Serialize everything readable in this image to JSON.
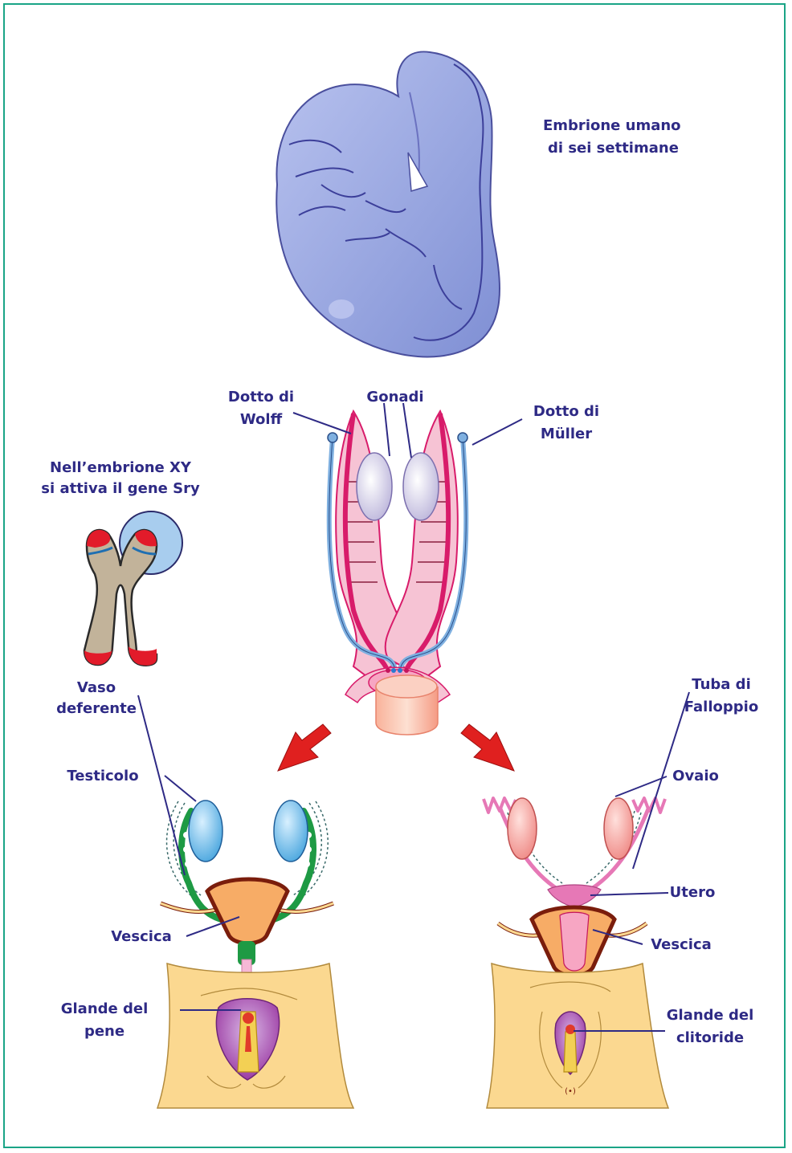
{
  "colors": {
    "border": "#1aa486",
    "label": "#2e2a85",
    "embryo": "#9aa8e2",
    "embryo_line": "#3c3f9a",
    "duct_wolff": "#d81b6a",
    "duct_muller": "#7fb0e0",
    "gonad": "#d4d0ea",
    "male_duct": "#1e9a44",
    "bladder": "#f7ac66",
    "bladder_outline": "#7a1d0c",
    "ovary": "#f49a9c",
    "uterus": "#e678b6",
    "skin": "#fbd890",
    "glans_area": "#9b3fa3",
    "arrow": "#e0201f",
    "chromosome": "#c2b39a"
  },
  "labels": {
    "embryo_line1": "Embrione umano",
    "embryo_line2": "di sei settimane",
    "wolff_line1": "Dotto di",
    "wolff_line2": "Wolff",
    "gonadi": "Gonadi",
    "muller_line1": "Dotto di",
    "muller_line2": "Müller",
    "sry_line1": "Nell’embrione XY",
    "sry_line2": "si attiva il gene Sry",
    "testicolo": "Testicolo",
    "vaso_line1": "Vaso",
    "vaso_line2": "deferente",
    "vescica_m": "Vescica",
    "glande_pene_line1": "Glande del",
    "glande_pene_line2": "pene",
    "ovaio": "Ovaio",
    "tuba_line1": "Tuba di",
    "tuba_line2": "Falloppio",
    "utero": "Utero",
    "vescica_f": "Vescica",
    "glande_clit_line1": "Glande del",
    "glande_clit_line2": "clitoride"
  },
  "icons": [
    "embryo-illustration",
    "chromosome-y-icon",
    "gonad-duct-diagram",
    "arrow-down-left-icon",
    "arrow-down-right-icon",
    "male-reproductive-system",
    "female-reproductive-system"
  ]
}
